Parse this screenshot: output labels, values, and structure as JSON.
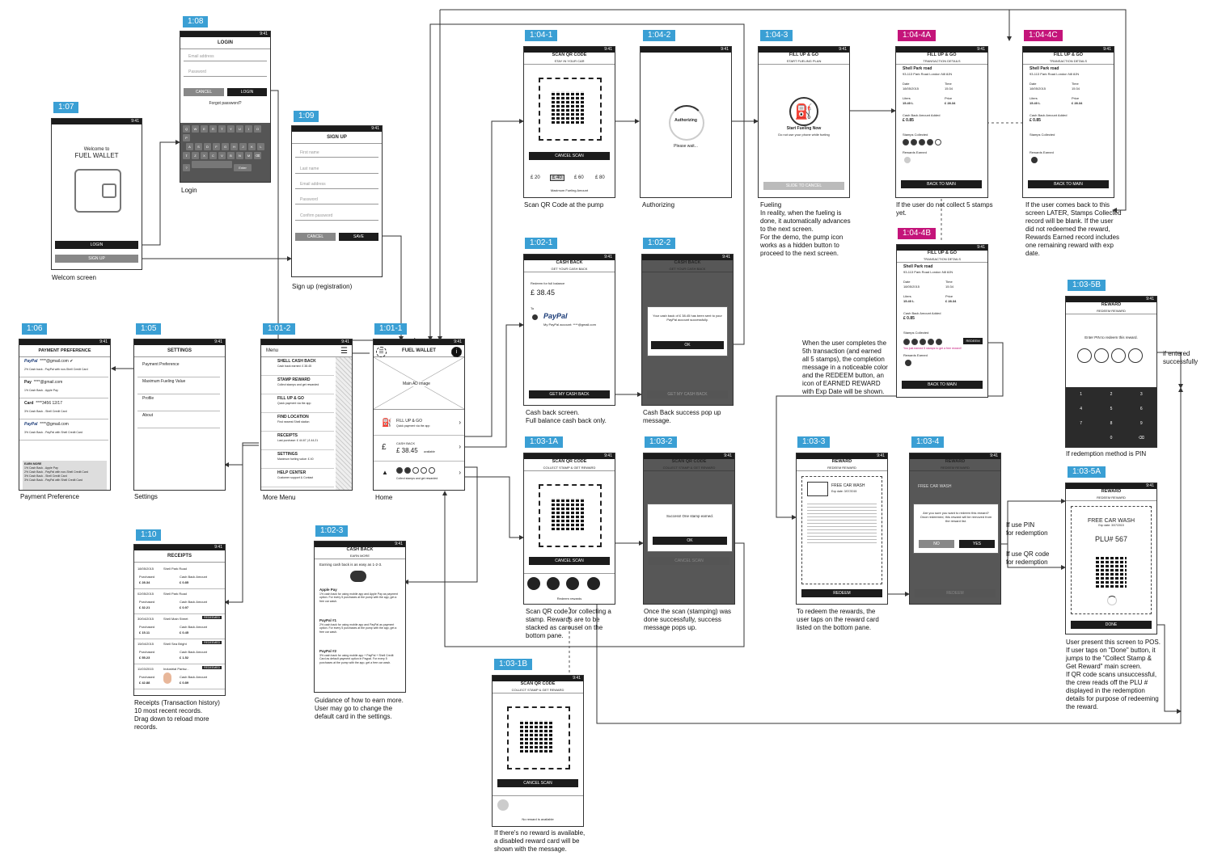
{
  "tags": [
    {
      "id": "t107",
      "label": "1:07",
      "color": "blue"
    },
    {
      "id": "t108",
      "label": "1:08",
      "color": "blue"
    },
    {
      "id": "t109",
      "label": "1:09",
      "color": "blue"
    },
    {
      "id": "t1041",
      "label": "1:04-1",
      "color": "blue"
    },
    {
      "id": "t1042",
      "label": "1:04-2",
      "color": "blue"
    },
    {
      "id": "t1043",
      "label": "1:04-3",
      "color": "blue"
    },
    {
      "id": "t104a",
      "label": "1:04-4A",
      "color": "pink"
    },
    {
      "id": "t104c",
      "label": "1:04-4C",
      "color": "pink"
    },
    {
      "id": "t104b",
      "label": "1:04-4B",
      "color": "pink"
    },
    {
      "id": "t1021",
      "label": "1:02-1",
      "color": "blue"
    },
    {
      "id": "t1022",
      "label": "1:02-2",
      "color": "blue"
    },
    {
      "id": "t106",
      "label": "1:06",
      "color": "blue"
    },
    {
      "id": "t105",
      "label": "1:05",
      "color": "blue"
    },
    {
      "id": "t1012",
      "label": "1:01-2",
      "color": "blue"
    },
    {
      "id": "t1011",
      "label": "1:01-1",
      "color": "blue"
    },
    {
      "id": "t1031a",
      "label": "1:03-1A",
      "color": "blue"
    },
    {
      "id": "t1032",
      "label": "1:03-2",
      "color": "blue"
    },
    {
      "id": "t1033",
      "label": "1:03-3",
      "color": "blue"
    },
    {
      "id": "t1034",
      "label": "1:03-4",
      "color": "blue"
    },
    {
      "id": "t1035b",
      "label": "1:03-5B",
      "color": "blue"
    },
    {
      "id": "t1035a",
      "label": "1:03-5A",
      "color": "blue"
    },
    {
      "id": "t110",
      "label": "1:10",
      "color": "blue"
    },
    {
      "id": "t1023",
      "label": "1:02-3",
      "color": "blue"
    },
    {
      "id": "t1031b",
      "label": "1:03-1B",
      "color": "blue"
    }
  ],
  "status_time": "9:41",
  "welcome": {
    "line1": "Welcome to",
    "line2": "FUEL WALLET",
    "login": "LOGIN",
    "signup": "SIGN UP"
  },
  "login": {
    "title": "LOGIN",
    "email": "Email address",
    "password": "Password",
    "cancel": "CANCEL",
    "login": "LOGIN",
    "forgot": "Forgot password?",
    "enter": "Enter"
  },
  "signup": {
    "title": "SIGN UP",
    "first": "First name",
    "last": "Last name",
    "email": "Email address",
    "password": "Password",
    "confirm": "Confirm password",
    "cancel": "CANCEL",
    "save": "SAVE"
  },
  "scan": {
    "title": "SCAN QR CODE",
    "sub": "STAY IN YOUR CAR",
    "cancel": "CANCEL SCAN",
    "amounts": [
      "£ 20",
      "£ 40",
      "£ 60",
      "£ 80"
    ],
    "max": "Maximum Fueling Amount"
  },
  "authorizing": {
    "title": "Authorizing",
    "wait": "Please wait..."
  },
  "fillup": {
    "title": "FILL UP & GO",
    "sub": "START FUELING PLAN",
    "start": "Start Fueling Now",
    "note": "Do not use your phone while fueling",
    "slide": "SLIDE TO CANCEL"
  },
  "txn": {
    "title": "FILL UP & GO",
    "sub": "TRANSACTION DETAILS",
    "station": "Shell Park road",
    "address": "93-113 Park Road London N8 8JN",
    "date_label": "Date",
    "date": "18/05/2015",
    "time_label": "Time",
    "time": "15:34",
    "litres_label": "Liters",
    "litres": "15.40 L",
    "price_label": "Price",
    "price": "£ 28.34",
    "cash_label": "Cash Back Amount Added",
    "cash": "£ 0.85",
    "stamps_label": "Stamps Collected",
    "rewards_label": "Rewards Earned",
    "back": "BACK TO MAIN",
    "redeem": "REDEEM",
    "earned_msg": "You just earned 5 stamps to get a free reward!"
  },
  "cashback": {
    "title": "CASH BACK",
    "sub": "GET YOUR CASH BACK",
    "redeem_label": "Redeem for full balance",
    "amount": "£ 38.45",
    "to": "To",
    "paypal": "PayPal",
    "account": "My PayPal account: ****@gmail.com",
    "button": "GET MY CASH BACK",
    "success": "Your cash back of £ 38.45 has been sent to your PayPal account successfully.",
    "ok": "OK"
  },
  "payment": {
    "title": "PAYMENT PREFERENCE",
    "items": [
      {
        "brand": "PayPal",
        "acct": "****@gmail.com",
        "note": "2% Cash back - PayPal with non-Shell Credit Card"
      },
      {
        "brand": "Pay",
        "acct": "****@gmail.com",
        "note": "1% Cash Back - Apple Pay"
      },
      {
        "brand": "Card",
        "acct": "****3456  12/17",
        "note": "3% Cash Back - Shell Credit Card"
      },
      {
        "brand": "PayPal",
        "acct": "****@gmail.com",
        "note": "3% Cash Back - PayPal with Shell Credit Card"
      }
    ],
    "earn_title": "EARN MORE",
    "earn_lines": [
      "1% Cash Back - Apple Pay",
      "2% Cash Back - PayPal with non-Shell Credit Card",
      "3% Cash Back - Shell Credit Card",
      "3% Cash Back - PayPal with Shell Credit Card"
    ]
  },
  "settings": {
    "title": "SETTINGS",
    "items": [
      "Payment Preference",
      "Maximum Fueling Value",
      "Profile",
      "About"
    ]
  },
  "menu": {
    "title": "Menu",
    "items": [
      {
        "t": "SHELL CASH BACK",
        "s": "Cash back earned: £ 38.45"
      },
      {
        "t": "STAMP REWARD",
        "s": "Collect stamps and get rewarded"
      },
      {
        "t": "FILL UP & GO",
        "s": "Quick payment via the app"
      },
      {
        "t": "FIND LOCATION",
        "s": "Find nearest Shell station"
      },
      {
        "t": "RECEIPTS",
        "s": "Last purchase: £ 44.67 | £ 44.21"
      },
      {
        "t": "SETTINGS",
        "s": "Maximum fueling value: £ 40"
      },
      {
        "t": "HELP CENTER",
        "s": "Customer support & Contact"
      }
    ]
  },
  "home": {
    "title": "FUEL WALLET",
    "ad": "Main AD image",
    "fill": "FILL UP & GO",
    "fill_sub": "Quick payment via the app",
    "cash": "CASH BACK",
    "cash_amt": "£ 38.45",
    "cash_sub": "available",
    "stamp_sub": "Collect stamps and get rewarded"
  },
  "scan2": {
    "title": "SCAN QR CODE",
    "sub": "COLLECT STAMP & GET REWARD",
    "cancel": "CANCEL SCAN",
    "rewards": "Redeem rewards",
    "success": "Success! One stamp earned.",
    "ok": "OK",
    "none": "No reward is available"
  },
  "reward": {
    "title": "REWARD",
    "sub": "REDEEM REWARD",
    "item": "FREE CAR WASH",
    "exp": "Exp date: 3/07/2015",
    "redeem": "REDEEM",
    "confirm": "Are you sure you want to redeem this reward? Once redeemed, this reward will be removed from the reward list.",
    "no": "NO",
    "yes": "YES"
  },
  "pin": {
    "title": "REWARD",
    "sub": "REDEEM REWARD",
    "prompt": "Enter PIN to redeem this reward.",
    "keys": [
      "1",
      "2",
      "3",
      "4",
      "5",
      "6",
      "7",
      "8",
      "9",
      "",
      "0",
      "⌫"
    ]
  },
  "plu": {
    "title": "REWARD",
    "sub": "REDEEM REWARD",
    "item": "FREE CAR WASH",
    "exp": "Exp date: 3/07/2015",
    "plu": "PLU# 567",
    "done": "DONE"
  },
  "receipts": {
    "title": "RECEIPTS",
    "rows": [
      {
        "d": "18/05/2015",
        "s": "Shell Park Road",
        "p": "£ 28.34",
        "c": "£ 0.85",
        "r": ""
      },
      {
        "d": "02/05/2015",
        "s": "Shell Park Road",
        "p": "£ 32.21",
        "c": "£ 0.97",
        "r": ""
      },
      {
        "d": "30/04/2015",
        "s": "Shell Main Street",
        "p": "£ 15.11",
        "c": "£ 0.45",
        "r": "REDEEMED"
      },
      {
        "d": "15/04/2015",
        "s": "Shell Sea Bright",
        "p": "£ 55.23",
        "c": "£ 1.52",
        "r": "REDEEMED"
      },
      {
        "d": "11/03/2015",
        "s": "Industrial Parkw...",
        "p": "£ 42.88",
        "c": "£ 0.89",
        "r": "REDEEMED"
      }
    ],
    "purchased": "Purchased",
    "cashback": "Cash Back Amount"
  },
  "guide": {
    "title": "CASH BACK",
    "sub": "EARN MORE",
    "intro": "Earning cash back is as easy as 1-2-3.",
    "sections": [
      {
        "h": "Apple Pay",
        "b": "1% cash back for using mobile app and Apple Pay as payment option. For every 5 purchases at the pump with the app, get a free car wash."
      },
      {
        "h": "PayPal #1",
        "b": "2% cash back for using mobile app and PayPal as payment option. For every 5 purchases at the pump with the app, get a free car wash."
      },
      {
        "h": "PayPal #2",
        "b": "3% cash back for using mobile app + PayPal + Shell Credit Card as default payment option in Paypal. For every 5 purchases at the pump with the app, get a free car wash."
      }
    ]
  },
  "captions": {
    "c107": "Welcom screen",
    "c108": "Login",
    "c109": "Sign up (registration)",
    "c1041": "Scan QR Code at the pump",
    "c1042": "Authorizing",
    "c1043": "Fueling\nIn reality, when the fueling is\ndone, it automatically advances\nto the next screen.\nFor the demo, the pump icon\nworks as a hidden button to\nproceed to the next screen.",
    "c104a": "If the user do not collect 5 stamps\nyet.",
    "c104c": "If the user comes back to this\nscreen LATER, Stamps Collected\nrecord will be blank.  If the user\ndid not redeemed the reward,\nRewards Earned record includes\none remaining reward with exp\ndate.",
    "c104b": "When the user completes the\n5th transaction (and earned\nall 5 stamps), the completion\nmessage in a noticeable color\nand the REDEEM button, an\nicon of EARNED REWARD\nwith Exp Date will be shown.",
    "c1021": "Cash back screen.\nFull balance cash back only.",
    "c1022": "Cash Back success pop up\nmessage.",
    "c106": "Payment Preference",
    "c105": "Settings",
    "c1012": "More Menu",
    "c1011": "Home",
    "c1031a": "Scan QR code for collecting a\nstamp. Rewards are to be\nstacked as carousel on the\nbottom pane.",
    "c1032": "Once the scan (stamping) was\ndone successfully, success\nmessage pops up.",
    "c1033": "To redeem the rewards, the\nuser taps on the reward card\nlisted on the bottom pane.",
    "c1035b": "If redemption method is PIN",
    "c1035a": "User present this screen to POS.\nIf user taps on \"Done\" button, it\njumps to the \"Collect Stamp &\nGet Reward\" main screen.\nIf  QR code scans unsuccessful,\nthe crew reads off the PLU #\ndisplayed in the redemption\ndetails for purpose of redeeming\nthe reward.",
    "c110": "Receipts (Transaction history)\n10 most recent records.\nDrag down to reload more\nrecords.",
    "c1023": "Guidance of how to earn more.\nUser may go to change the\ndefault card in the settings.",
    "c1031b": "If there's no reward is available,\na disabled reward card will be\nshown with the message.",
    "pin_label": "If use PIN\nfor redemption",
    "qr_label": "If use QR code\nfor redemption",
    "entered": "if entered\nsuccessfully"
  }
}
